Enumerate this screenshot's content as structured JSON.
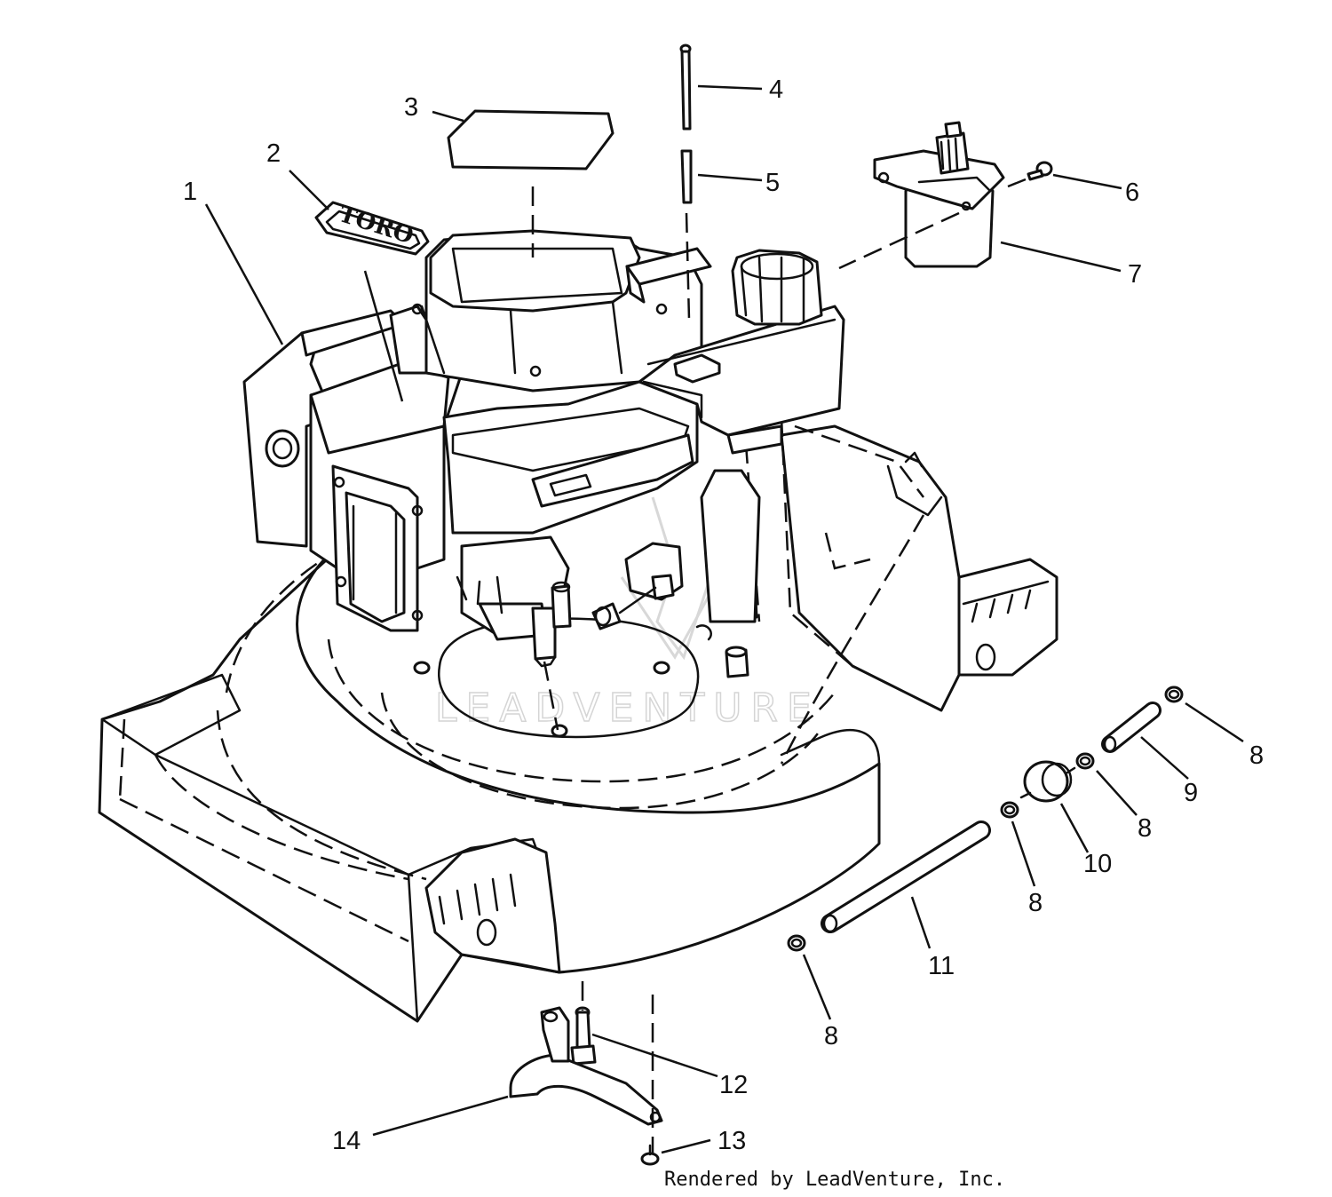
{
  "diagram": {
    "logo_text": "TORO",
    "watermark": "LEADVENTURE",
    "credit": "Rendered by LeadVenture, Inc.",
    "callouts": [
      {
        "id": "1",
        "label": "1"
      },
      {
        "id": "2",
        "label": "2"
      },
      {
        "id": "3",
        "label": "3"
      },
      {
        "id": "4",
        "label": "4"
      },
      {
        "id": "5",
        "label": "5"
      },
      {
        "id": "6",
        "label": "6"
      },
      {
        "id": "7",
        "label": "7"
      },
      {
        "id": "8a",
        "label": "8"
      },
      {
        "id": "8b",
        "label": "8"
      },
      {
        "id": "8c",
        "label": "8"
      },
      {
        "id": "8d",
        "label": "8"
      },
      {
        "id": "9",
        "label": "9"
      },
      {
        "id": "10",
        "label": "10"
      },
      {
        "id": "11",
        "label": "11"
      },
      {
        "id": "12",
        "label": "12"
      },
      {
        "id": "13",
        "label": "13"
      },
      {
        "id": "14",
        "label": "14"
      }
    ]
  }
}
